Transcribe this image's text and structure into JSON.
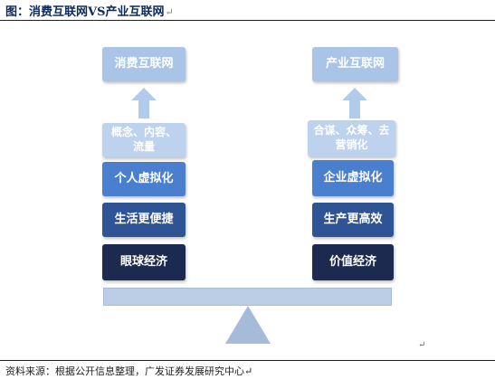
{
  "header": {
    "title": "图：消费互联网VS产业互联网",
    "mark": "↵"
  },
  "left_column": {
    "top": "消费互联网",
    "concept": "概念、内容、流量",
    "levels": [
      "个人虚拟化",
      "生活更便捷",
      "眼球经济"
    ]
  },
  "right_column": {
    "top": "产业互联网",
    "concept": "合谋、众筹、去营销化",
    "levels": [
      "企业虚拟化",
      "生产更高效",
      "价值经济"
    ]
  },
  "footer": {
    "source": "资料来源：根据公开信息整理，广发证券发展研究中心↵",
    "stray_mark": "↵"
  },
  "colors": {
    "title": "#0b2a5a",
    "top_box": "#a9c4e6",
    "concept_box": "#bdd2ed",
    "level_1": "#4a7fd0",
    "level_2": "#2f5496",
    "level_3": "#1b2a4e",
    "plank": "#bccde6",
    "fulcrum": "#a6bad9"
  }
}
